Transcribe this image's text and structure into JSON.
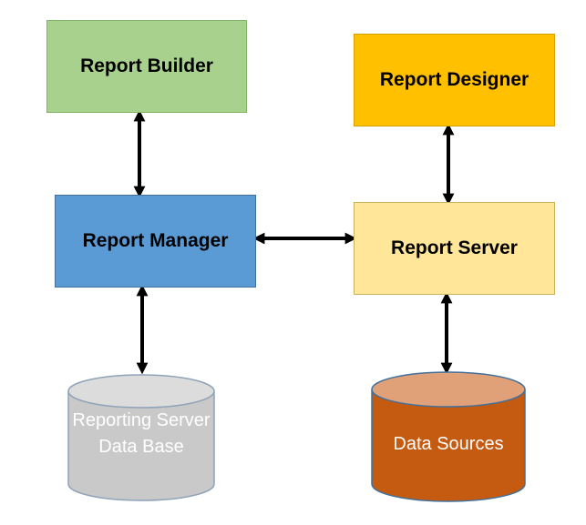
{
  "nodes": {
    "report_builder": "Report Builder",
    "report_designer": "Report Designer",
    "report_manager": "Report Manager",
    "report_server": "Report Server",
    "reporting_db": "Reporting Server Data Base",
    "data_sources": "Data Sources"
  },
  "edges": [
    {
      "from": "report_builder",
      "to": "report_manager",
      "direction": "both"
    },
    {
      "from": "report_manager",
      "to": "report_server",
      "direction": "both"
    },
    {
      "from": "report_designer",
      "to": "report_server",
      "direction": "both"
    },
    {
      "from": "report_manager",
      "to": "reporting_db",
      "direction": "both"
    },
    {
      "from": "report_server",
      "to": "data_sources",
      "direction": "both"
    }
  ],
  "colors": {
    "report_builder": "#a9d18e",
    "report_designer": "#ffc000",
    "report_manager": "#5b9bd5",
    "report_server": "#ffe699",
    "reporting_db": "#c9c9c9",
    "data_sources": "#c55a11",
    "arrows": "#000000"
  }
}
